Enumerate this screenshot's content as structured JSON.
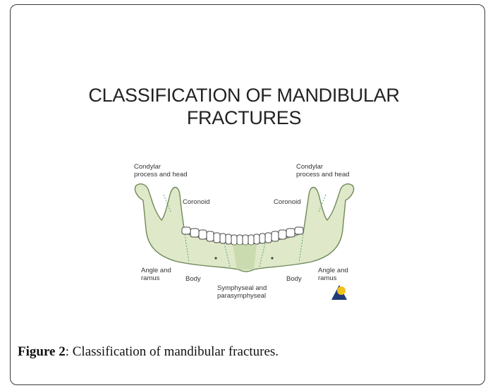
{
  "title_line1": "CLASSIFICATION OF MANDIBULAR",
  "title_line2": "FRACTURES",
  "labels": {
    "condylar_left": [
      "Condylar",
      "process and head"
    ],
    "condylar_right": [
      "Condylar",
      "process and head"
    ],
    "coronoid_left": "Coronoid",
    "coronoid_right": "Coronoid",
    "angle_left": [
      "Angle and",
      "ramus"
    ],
    "angle_right": [
      "Angle and",
      "ramus"
    ],
    "body_left": "Body",
    "body_right": "Body",
    "symphyseal": [
      "Symphyseal and",
      "parasymphyseal"
    ]
  },
  "caption": {
    "label": "Figure 2",
    "text": ": Classification of mandibular fractures."
  },
  "colors": {
    "bone_fill": "#dfe8c8",
    "bone_stroke": "#6f8a5a",
    "divider": "#5aa58a"
  }
}
